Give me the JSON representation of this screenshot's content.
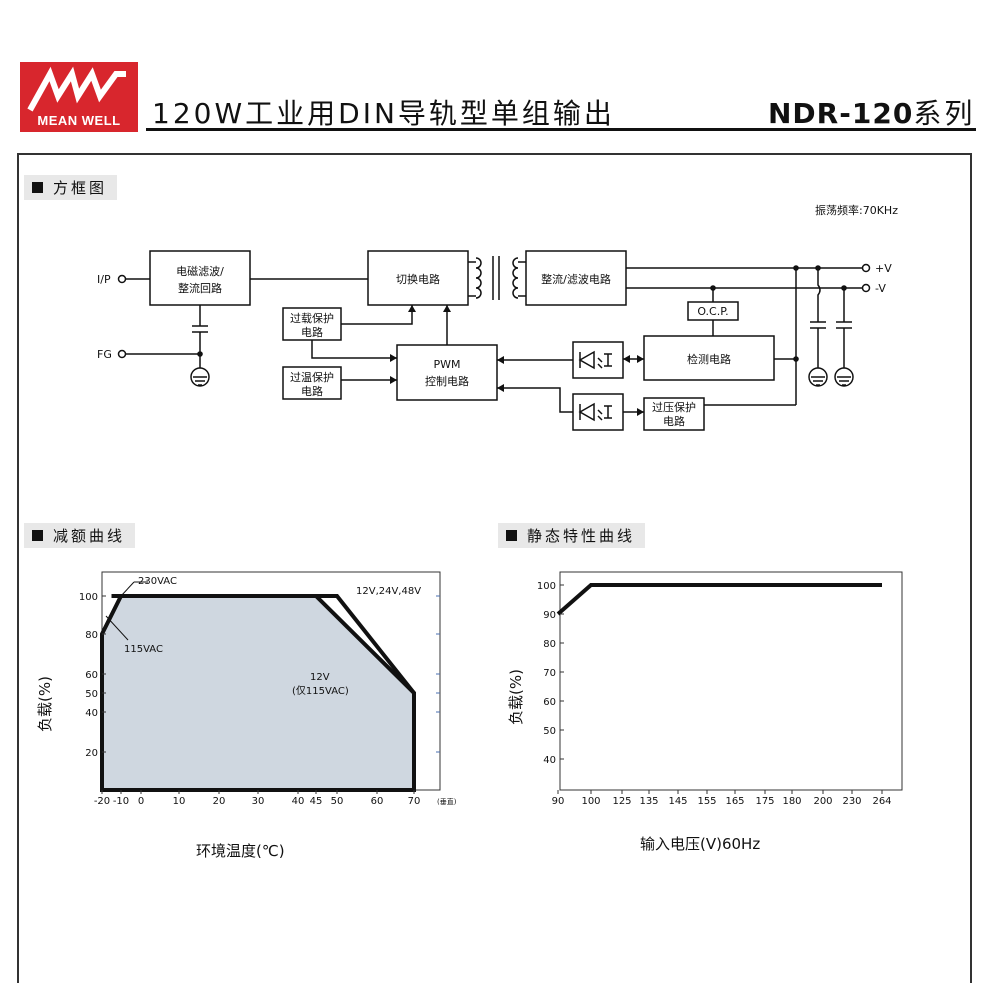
{
  "header": {
    "logo_text": "MEAN WELL",
    "title": "120W工业用DIN导轨型单组输出",
    "model": "NDR-120",
    "series_suffix": "系列",
    "brand_color": "#d8262d"
  },
  "block_diagram": {
    "section_title": "方框图",
    "frequency": "振荡频率:70KHz",
    "terminals": {
      "ip": "I/P",
      "fg": "FG",
      "vplus": "+V",
      "vminus": "-V"
    },
    "blocks": {
      "emi_filter_1": "电磁滤波/",
      "emi_filter_2": "整流回路",
      "switching": "切换电路",
      "rectifier": "整流/滤波电路",
      "ocp": "O.C.P.",
      "overload_1": "过载保护",
      "overload_2": "电路",
      "overtemp_1": "过温保护",
      "overtemp_2": "电路",
      "pwm_1": "PWM",
      "pwm_2": "控制电路",
      "detection": "检测电路",
      "overvoltage_1": "过压保护",
      "overvoltage_2": "电路"
    }
  },
  "derating": {
    "section_title": "减额曲线",
    "ylabel": "负载(%)",
    "xlabel": "环境温度(℃)",
    "x_unit": "(垂直)",
    "annotations": {
      "a230": "230VAC",
      "a115": "115VAC",
      "series_all": "12V,24V,48V",
      "v12": "12V",
      "v12_note": "(仅115VAC)"
    }
  },
  "static": {
    "section_title": "静态特性曲线",
    "ylabel": "负载(%)",
    "xlabel": "输入电压(V)60Hz"
  },
  "chart_data": [
    {
      "type": "area",
      "title": "减额曲线",
      "xlabel": "环境温度(℃)",
      "ylabel": "负载(%)",
      "x_ticks": [
        "-20",
        "-10",
        "0",
        "10",
        "20",
        "30",
        "40",
        "45",
        "50",
        "60",
        "70"
      ],
      "y_ticks": [
        "20",
        "40",
        "50",
        "60",
        "80",
        "100"
      ],
      "xlim": [
        -20,
        75
      ],
      "ylim": [
        0,
        100
      ],
      "series": [
        {
          "name": "230VAC / 115VAC",
          "x": [
            -20,
            -10,
            45,
            70,
            70
          ],
          "y": [
            80,
            100,
            100,
            50,
            0
          ]
        },
        {
          "name": "12V,24V,48V",
          "x": [
            -15,
            50,
            70
          ],
          "y": [
            100,
            100,
            50
          ]
        }
      ]
    },
    {
      "type": "line",
      "title": "静态特性曲线",
      "xlabel": "输入电压(V)60Hz",
      "ylabel": "负载(%)",
      "x_ticks": [
        "90",
        "100",
        "125",
        "135",
        "145",
        "155",
        "165",
        "175",
        "180",
        "200",
        "230",
        "264"
      ],
      "y_ticks": [
        "40",
        "50",
        "60",
        "70",
        "80",
        "90",
        "100"
      ],
      "ylim": [
        35,
        105
      ],
      "series": [
        {
          "name": "",
          "x": [
            90,
            100,
            264
          ],
          "y": [
            90,
            100,
            100
          ]
        }
      ]
    }
  ]
}
